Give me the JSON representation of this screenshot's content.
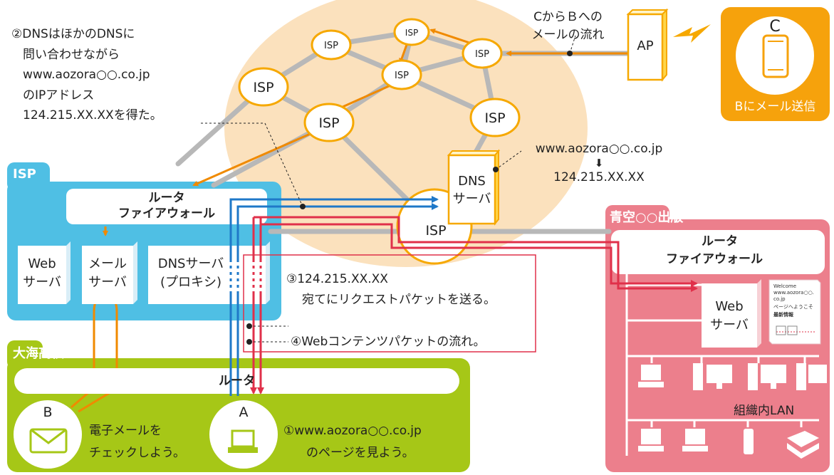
{
  "isp_section": {
    "tag": "ISP",
    "router": [
      "ルータ",
      "ファイアウォール"
    ],
    "web_server": [
      "Web",
      "サーバ"
    ],
    "mail_server": [
      "メール",
      "サーバ"
    ],
    "dns_proxy": [
      "DNSサーバ",
      "(プロキシ)"
    ]
  },
  "cloud_isp_label": "ISP",
  "dns_server": [
    "DNS",
    "サーバ"
  ],
  "dns_resolution": {
    "domain": "www.aozora○○.co.jp",
    "arrow": "⬇",
    "ip": "124.215.XX.XX"
  },
  "annotation_2": [
    "②DNSはほかのDNSに",
    "問い合わせながら",
    "www.aozora○○.co.jp",
    "のIPアドレス",
    "124.215.XX.XXを得た。"
  ],
  "annotation_3": [
    "③124.215.XX.XX",
    "宛てにリクエストパケットを送る。"
  ],
  "annotation_4": "④Webコンテンツパケットの流れ。",
  "c_to_b_flow": [
    "CからＢへの",
    "メールの流れ"
  ],
  "access_point": "AP",
  "user_c": {
    "letter": "C",
    "caption": "Bにメール送信"
  },
  "school": {
    "tag": "大海高校",
    "router": "ルータ",
    "user_b": {
      "letter": "B",
      "text": [
        "電子メールを",
        "チェックしよう。"
      ]
    },
    "user_a": {
      "letter": "A",
      "text": [
        "①www.aozora○○.co.jp",
        "のページを見よう。"
      ]
    }
  },
  "publisher": {
    "tag": "青空○○出版",
    "router": [
      "ルータ",
      "ファイアウォール"
    ],
    "web_server": [
      "Web",
      "サーバ"
    ],
    "page_sheet": [
      "Welcome",
      "www.aozora○○.",
      "co.jp",
      "ページへようこそ",
      "最新情報"
    ],
    "lan_label": "組織内LAN"
  }
}
